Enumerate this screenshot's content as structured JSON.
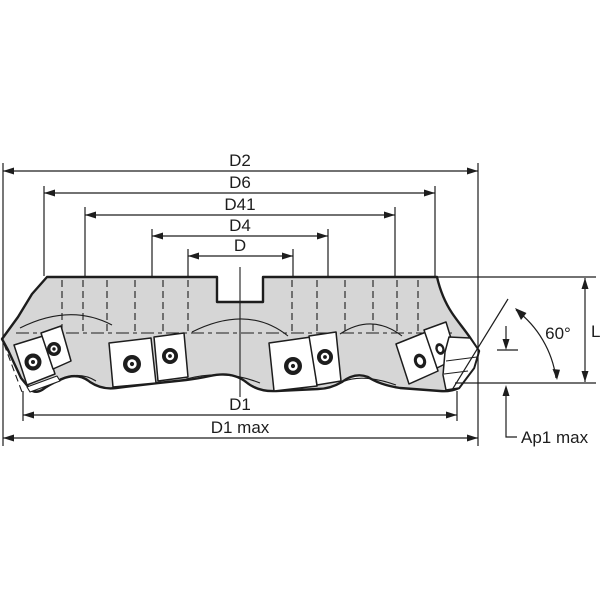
{
  "drawing": {
    "background": "#ffffff",
    "line_color": "#1d1d1d",
    "body_fill": "#d6d6d6",
    "insert_fill": "#ffffff"
  },
  "dimensions": {
    "d2": {
      "label": "D2"
    },
    "d6": {
      "label": "D6"
    },
    "d41": {
      "label": "D41"
    },
    "d4": {
      "label": "D4"
    },
    "d": {
      "label": "D"
    },
    "d1": {
      "label": "D1"
    },
    "d1_max": {
      "label": "D1 max"
    },
    "ap1_max": {
      "label": "Ap1 max"
    },
    "length": {
      "label": "L"
    },
    "angle": {
      "label": "60°"
    }
  }
}
